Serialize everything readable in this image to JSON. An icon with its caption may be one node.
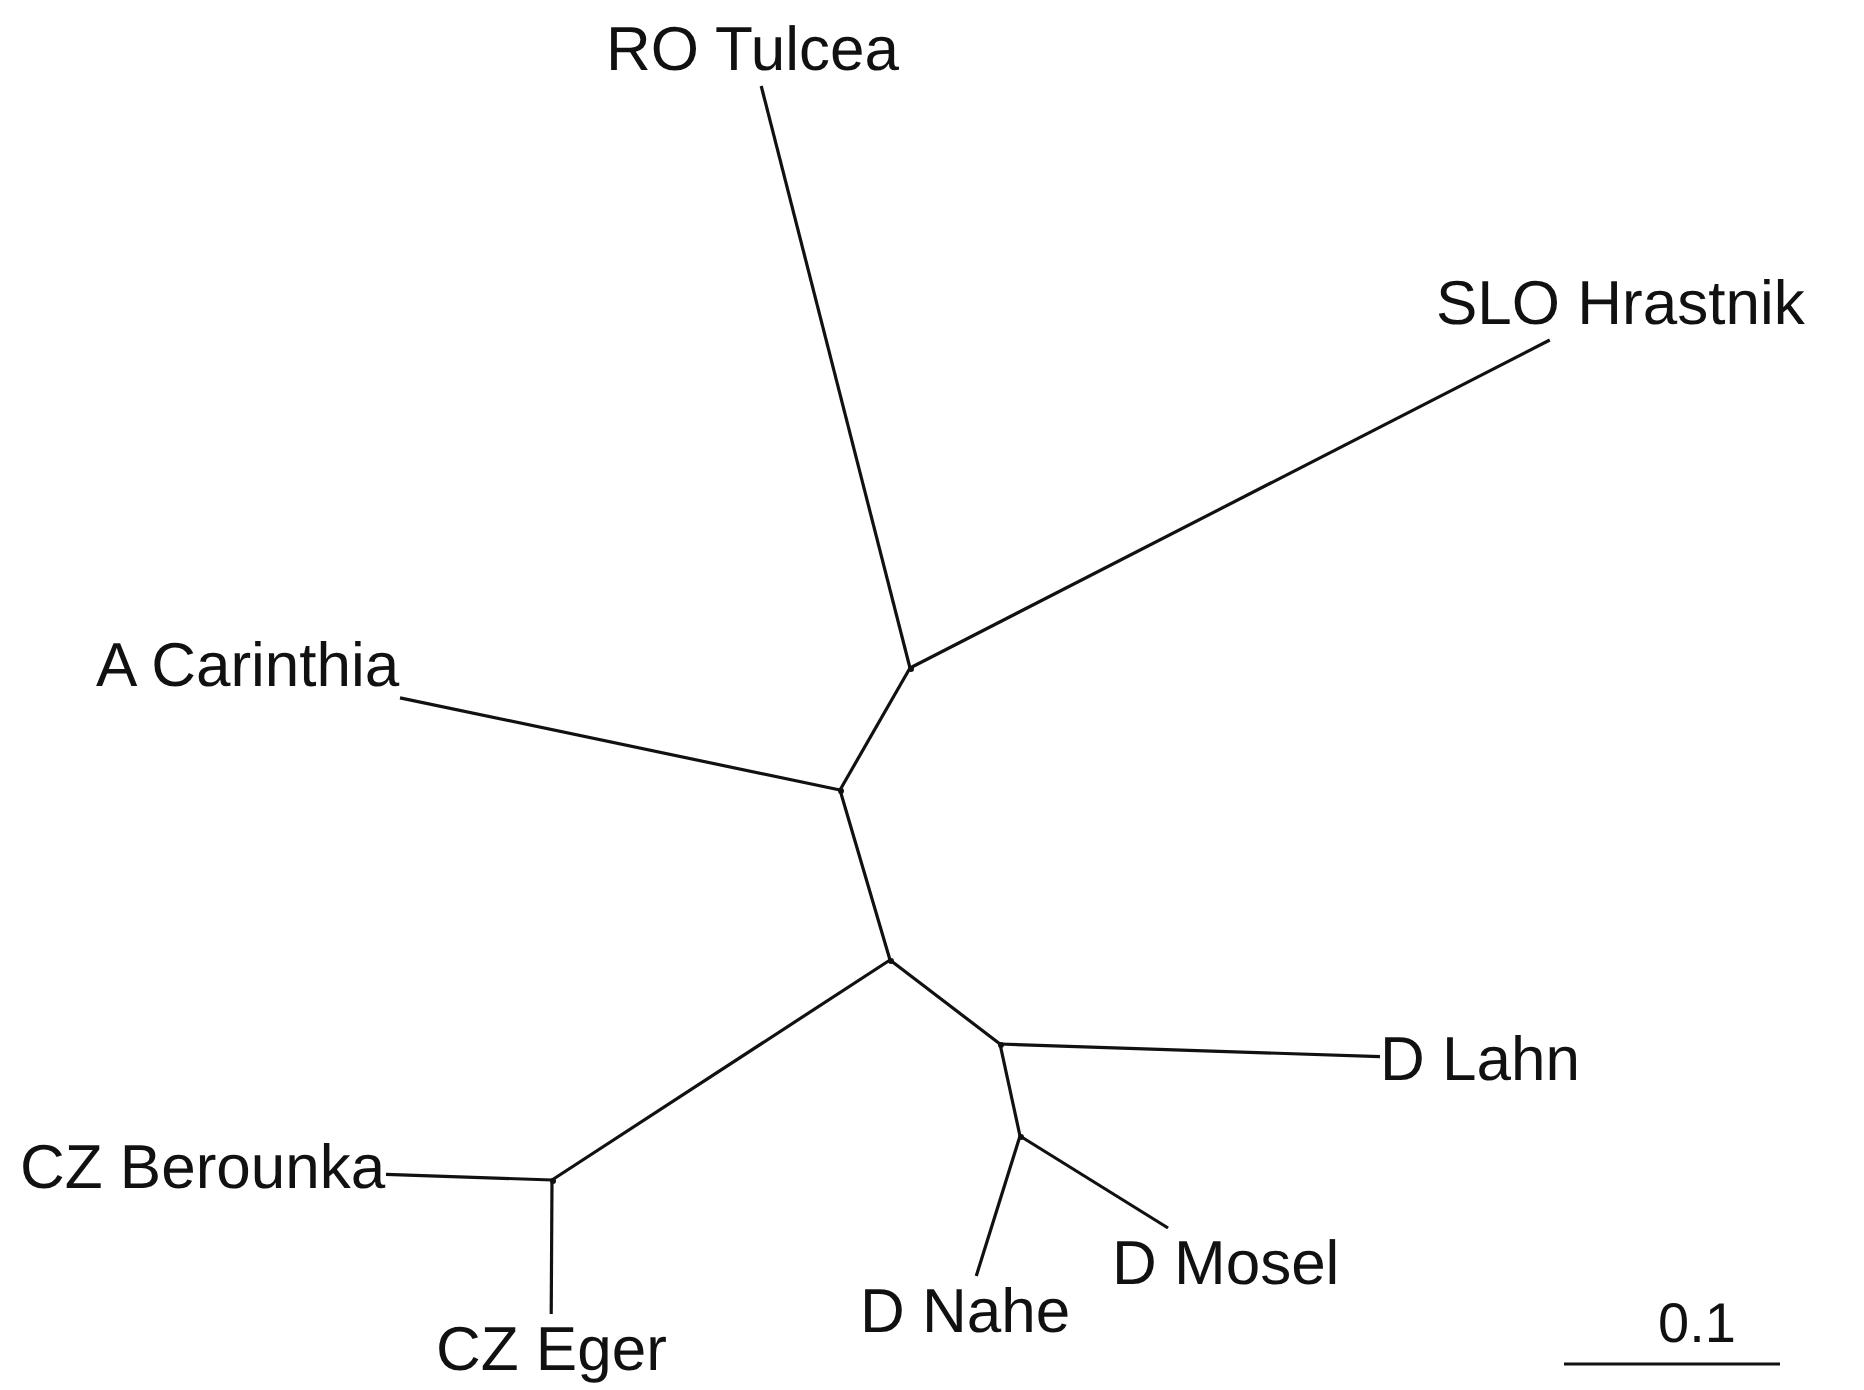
{
  "diagram": {
    "nodes": [
      {
        "text": [
          "RO Tulcea"
        ]
      },
      {
        "text": [
          "SLO Hrastnik"
        ]
      },
      {
        "text": [
          "A Carinthia"
        ]
      },
      {
        "text": [
          "D Lahn"
        ]
      },
      {
        "text": [
          "CZ Berounka"
        ]
      },
      {
        "text": [
          "D Mosel"
        ]
      },
      {
        "text": [
          "D Nahe"
        ]
      },
      {
        "text": [
          "CZ Eger"
        ]
      },
      {
        "text": [],
        "shape": "point"
      },
      {
        "text": [],
        "shape": "point"
      },
      {
        "text": [],
        "shape": "point"
      },
      {
        "text": [],
        "shape": "point"
      },
      {
        "text": [],
        "shape": "point"
      },
      {
        "text": [],
        "shape": "point"
      }
    ],
    "edges": [
      {
        "from": 8,
        "to": 0,
        "arrow": "none"
      },
      {
        "from": 8,
        "to": 1,
        "arrow": "none"
      },
      {
        "from": 9,
        "to": 8,
        "arrow": "none"
      },
      {
        "from": 9,
        "to": 2,
        "arrow": "none"
      },
      {
        "from": 10,
        "to": 9,
        "arrow": "none"
      },
      {
        "from": 10,
        "to": 11,
        "arrow": "none"
      },
      {
        "from": 10,
        "to": 13,
        "arrow": "none"
      },
      {
        "from": 11,
        "to": 3,
        "arrow": "none"
      },
      {
        "from": 11,
        "to": 12,
        "arrow": "none"
      },
      {
        "from": 12,
        "to": 6,
        "arrow": "none"
      },
      {
        "from": 12,
        "to": 5,
        "arrow": "none"
      },
      {
        "from": 13,
        "to": 4,
        "arrow": "none"
      },
      {
        "from": 13,
        "to": 7,
        "arrow": "none"
      }
    ],
    "labels": [
      "0.1"
    ]
  }
}
